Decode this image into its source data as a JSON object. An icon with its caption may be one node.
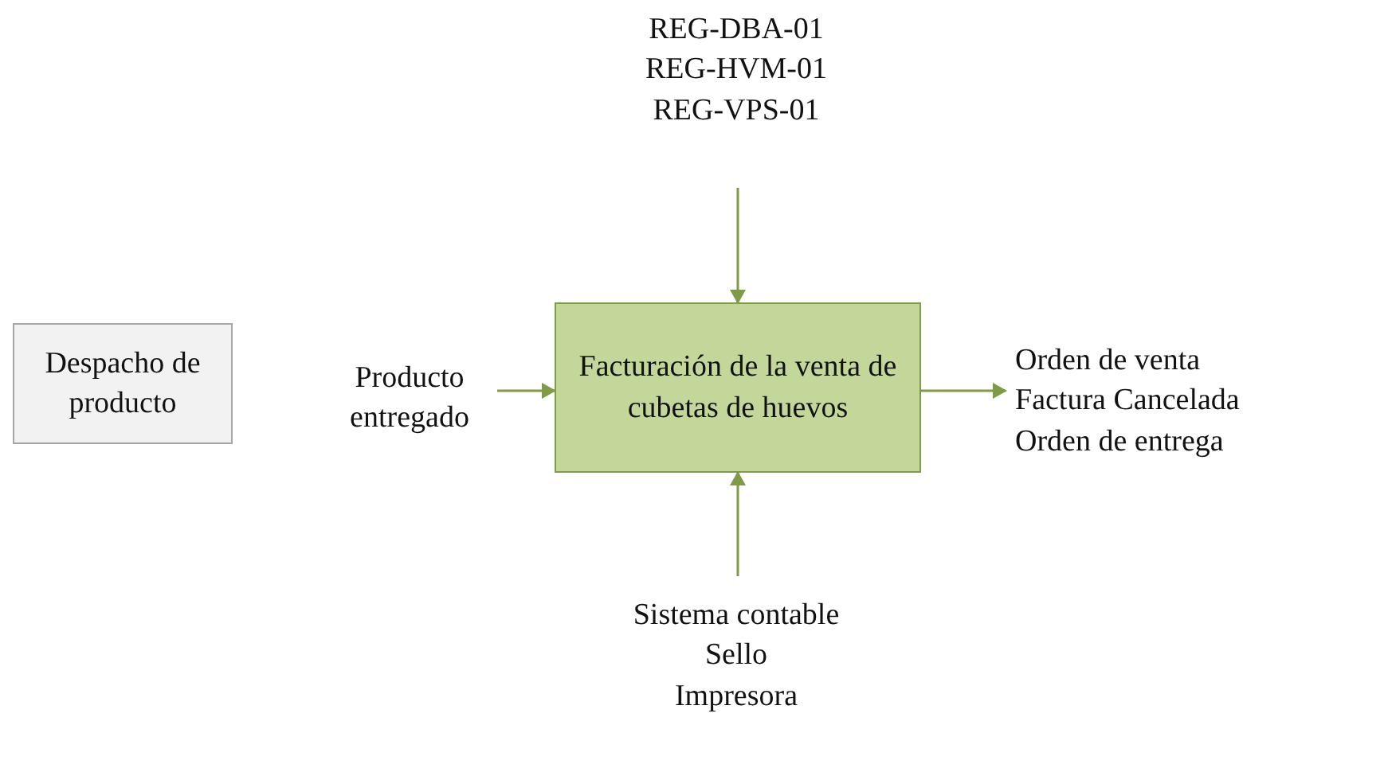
{
  "diagram": {
    "nodes": [
      {
        "text": [
          "Despacho de producto"
        ]
      },
      {
        "text": [
          "Producto entregado"
        ]
      },
      {
        "text": [
          "Facturación de la venta de cubetas de huevos"
        ]
      },
      {
        "text": [
          "REG-DBA-01",
          "REG-HVM-01",
          "REG-VPS-01"
        ]
      },
      {
        "text": [
          "Orden de venta",
          "Factura Cancelada",
          "Orden de entrega"
        ]
      },
      {
        "text": [
          "Sistema contable",
          "Sello",
          "Impresora"
        ]
      }
    ],
    "edges": [
      {
        "from": 1,
        "to": 2,
        "arrow": "to"
      },
      {
        "from": 3,
        "to": 2,
        "arrow": "to"
      },
      {
        "from": 2,
        "to": 4,
        "arrow": "to"
      },
      {
        "from": 5,
        "to": 2,
        "arrow": "to"
      }
    ]
  }
}
